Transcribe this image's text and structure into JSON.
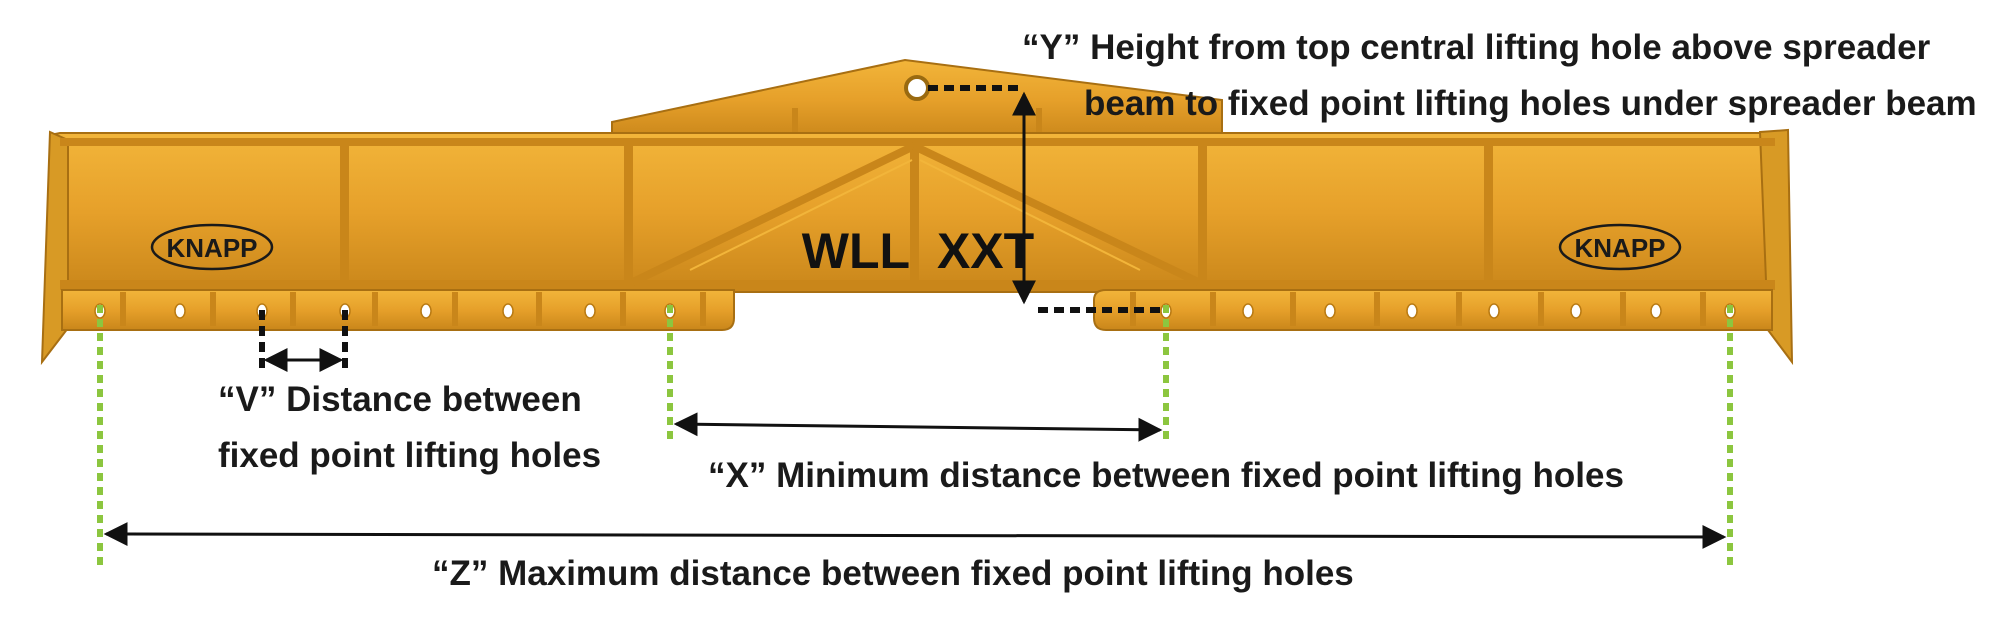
{
  "beam": {
    "brand_left": "KNAPP",
    "brand_right": "KNAPP",
    "load_label": "WLL  XXT"
  },
  "annotations": {
    "y_line1": "“Y” Height from top central lifting hole above spreader",
    "y_line2": "beam to fixed point lifting holes under spreader beam",
    "v_line1": "“V” Distance between",
    "v_line2": "fixed point lifting holes",
    "x_text": "“X” Minimum distance between fixed point lifting holes",
    "z_text": "“Z” Maximum distance between fixed point lifting holes"
  },
  "colors": {
    "beam_yellow": "#E8A72C",
    "beam_shadow": "#B97A12",
    "guide_green": "#8CC63F",
    "dimension_black": "#111111"
  }
}
